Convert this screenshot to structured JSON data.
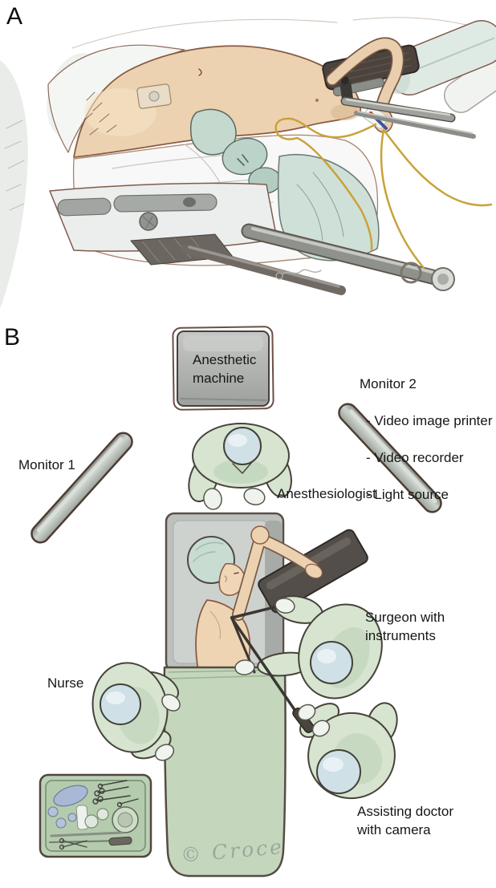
{
  "figure": {
    "panel_a": {
      "label": "A"
    },
    "panel_b": {
      "label": "B",
      "anesthetic_machine_label": "Anesthetic\nmachine",
      "monitor1_label": "Monitor 1",
      "monitor2_title": "Monitor 2",
      "monitor2_items": [
        "- Video image printer",
        "- Video recorder",
        "- Light source"
      ],
      "anesthesiologist_label": "Anesthesiologist",
      "surgeon_label": "Surgeon with\ninstruments",
      "nurse_label": "Nurse",
      "assistant_label": "Assisting doctor\nwith camera",
      "artist_signature": "© Croce"
    },
    "colors": {
      "gown_green": "#d6e4d0",
      "cap_blue": "#cfe0e6",
      "drape_green": "#c4d7bc",
      "table_gray": "#bdc1bd",
      "flesh": "#ecd2b0",
      "equipment_gray": "#a9afaa",
      "tube_yellow": "#c9a23a"
    }
  }
}
